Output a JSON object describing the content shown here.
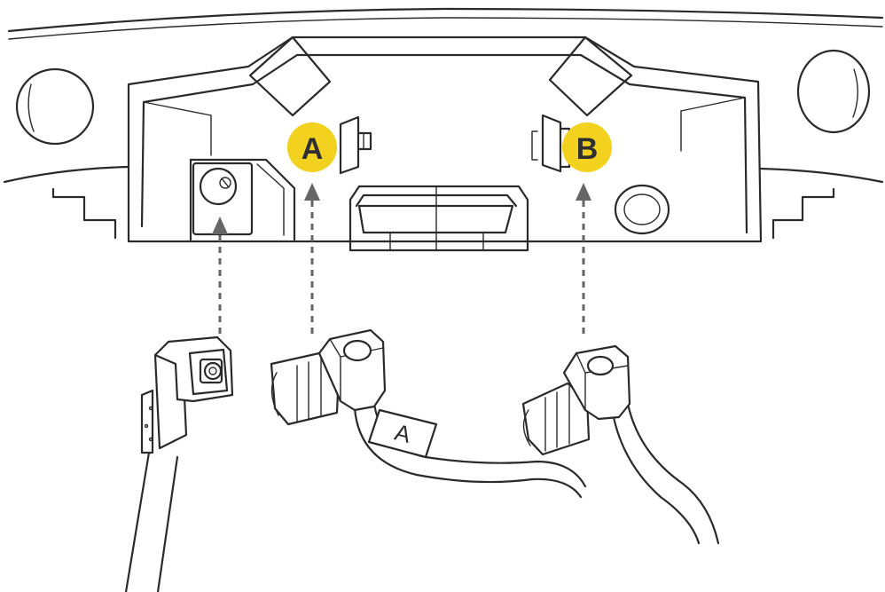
{
  "badges": {
    "a": {
      "letter": "A"
    },
    "b": {
      "letter": "B"
    }
  },
  "cable_tag": {
    "letter": "A"
  },
  "colors": {
    "badge_fill": "#f3d11f",
    "badge_text": "#2f2f2f",
    "line": "#2a2a2a",
    "dashed_arrow": "#666666"
  },
  "icons": {
    "callout_a": "letter-a-badge-icon",
    "callout_b": "letter-b-badge-icon"
  }
}
